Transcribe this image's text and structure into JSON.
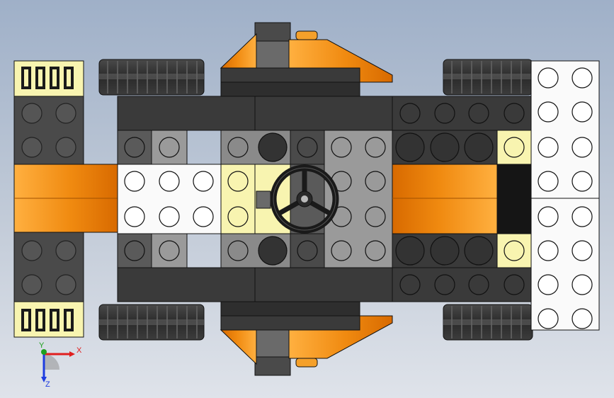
{
  "viewport": {
    "background_top": "#9fb0c8",
    "background_bottom": "#dfe3ea"
  },
  "model": {
    "part_colors": {
      "dark_gray": "#3c3c3c",
      "mid_gray": "#5f5f5f",
      "light_gray": "#9d9d9d",
      "white": "#fafafa",
      "orange": "#f29a1e",
      "cream": "#f8f4b4",
      "black": "#151515",
      "tire": "#262626"
    },
    "steering_wheel_color": "#1a1a1a"
  },
  "triad": {
    "x_label": "X",
    "y_label": "Y",
    "z_label": "Z",
    "x_color": "#e01e1e",
    "y_color": "#1ea01e",
    "z_color": "#1e3ce0"
  }
}
